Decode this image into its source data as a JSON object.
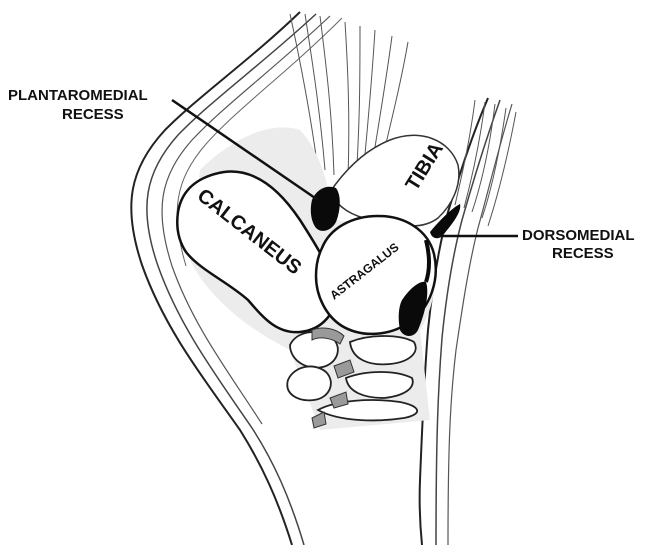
{
  "labels": {
    "plantaromedial_line1": "PLANTAROMEDIAL",
    "plantaromedial_line2": "RECESS",
    "dorsomedial_line1": "DORSOMEDIAL",
    "dorsomedial_line2": "RECESS",
    "tibia": "TIBIA",
    "calcaneus": "CALCANEUS",
    "astragalus": "ASTRAGALUS"
  },
  "colors": {
    "ink": "#111111",
    "recess_fill": "#0a0a0a",
    "bone_fill": "#ffffff",
    "tissue_fill": "#e8e8e8",
    "tendon_stroke": "#555555"
  }
}
